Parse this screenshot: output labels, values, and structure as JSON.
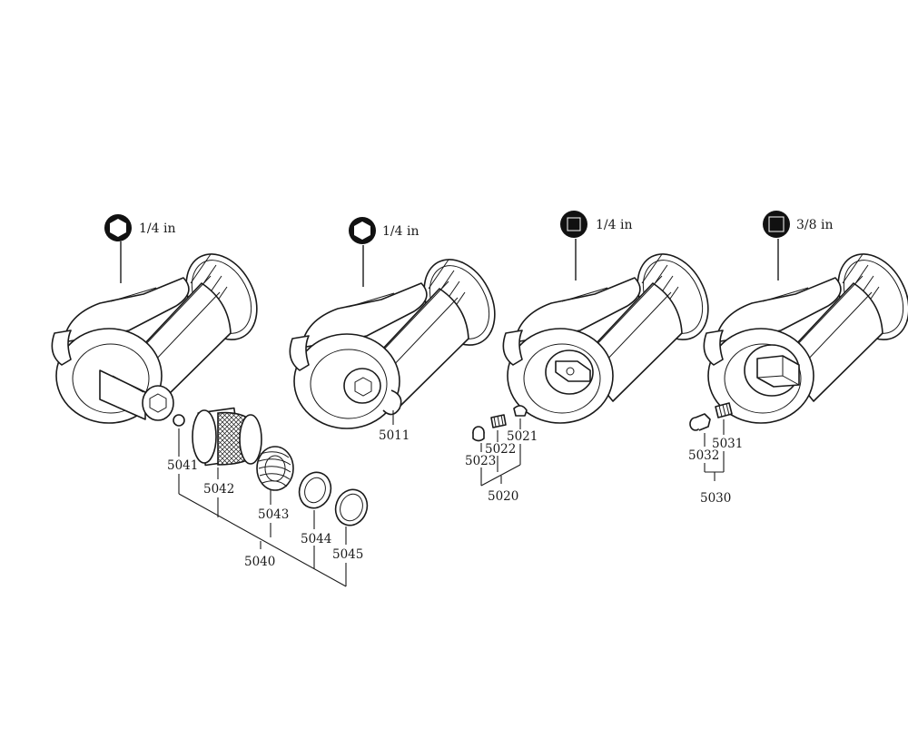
{
  "colors": {
    "ink": "#1a1a1a",
    "background": "#ffffff"
  },
  "assemblies": [
    {
      "drive_icon": "hex-drive-icon",
      "size": "1/4 in"
    },
    {
      "drive_icon": "hex-drive-icon",
      "size": "1/4 in"
    },
    {
      "drive_icon": "square-drive-icon",
      "size": "1/4 in"
    },
    {
      "drive_icon": "square-drive-icon",
      "size": "3/8 in"
    }
  ],
  "parts": {
    "p5011": "5011",
    "p5021": "5021",
    "p5022": "5022",
    "p5023": "5023",
    "p5020": "5020",
    "p5031": "5031",
    "p5032": "5032",
    "p5030": "5030",
    "p5041": "5041",
    "p5042": "5042",
    "p5043": "5043",
    "p5044": "5044",
    "p5045": "5045",
    "p5040": "5040"
  }
}
